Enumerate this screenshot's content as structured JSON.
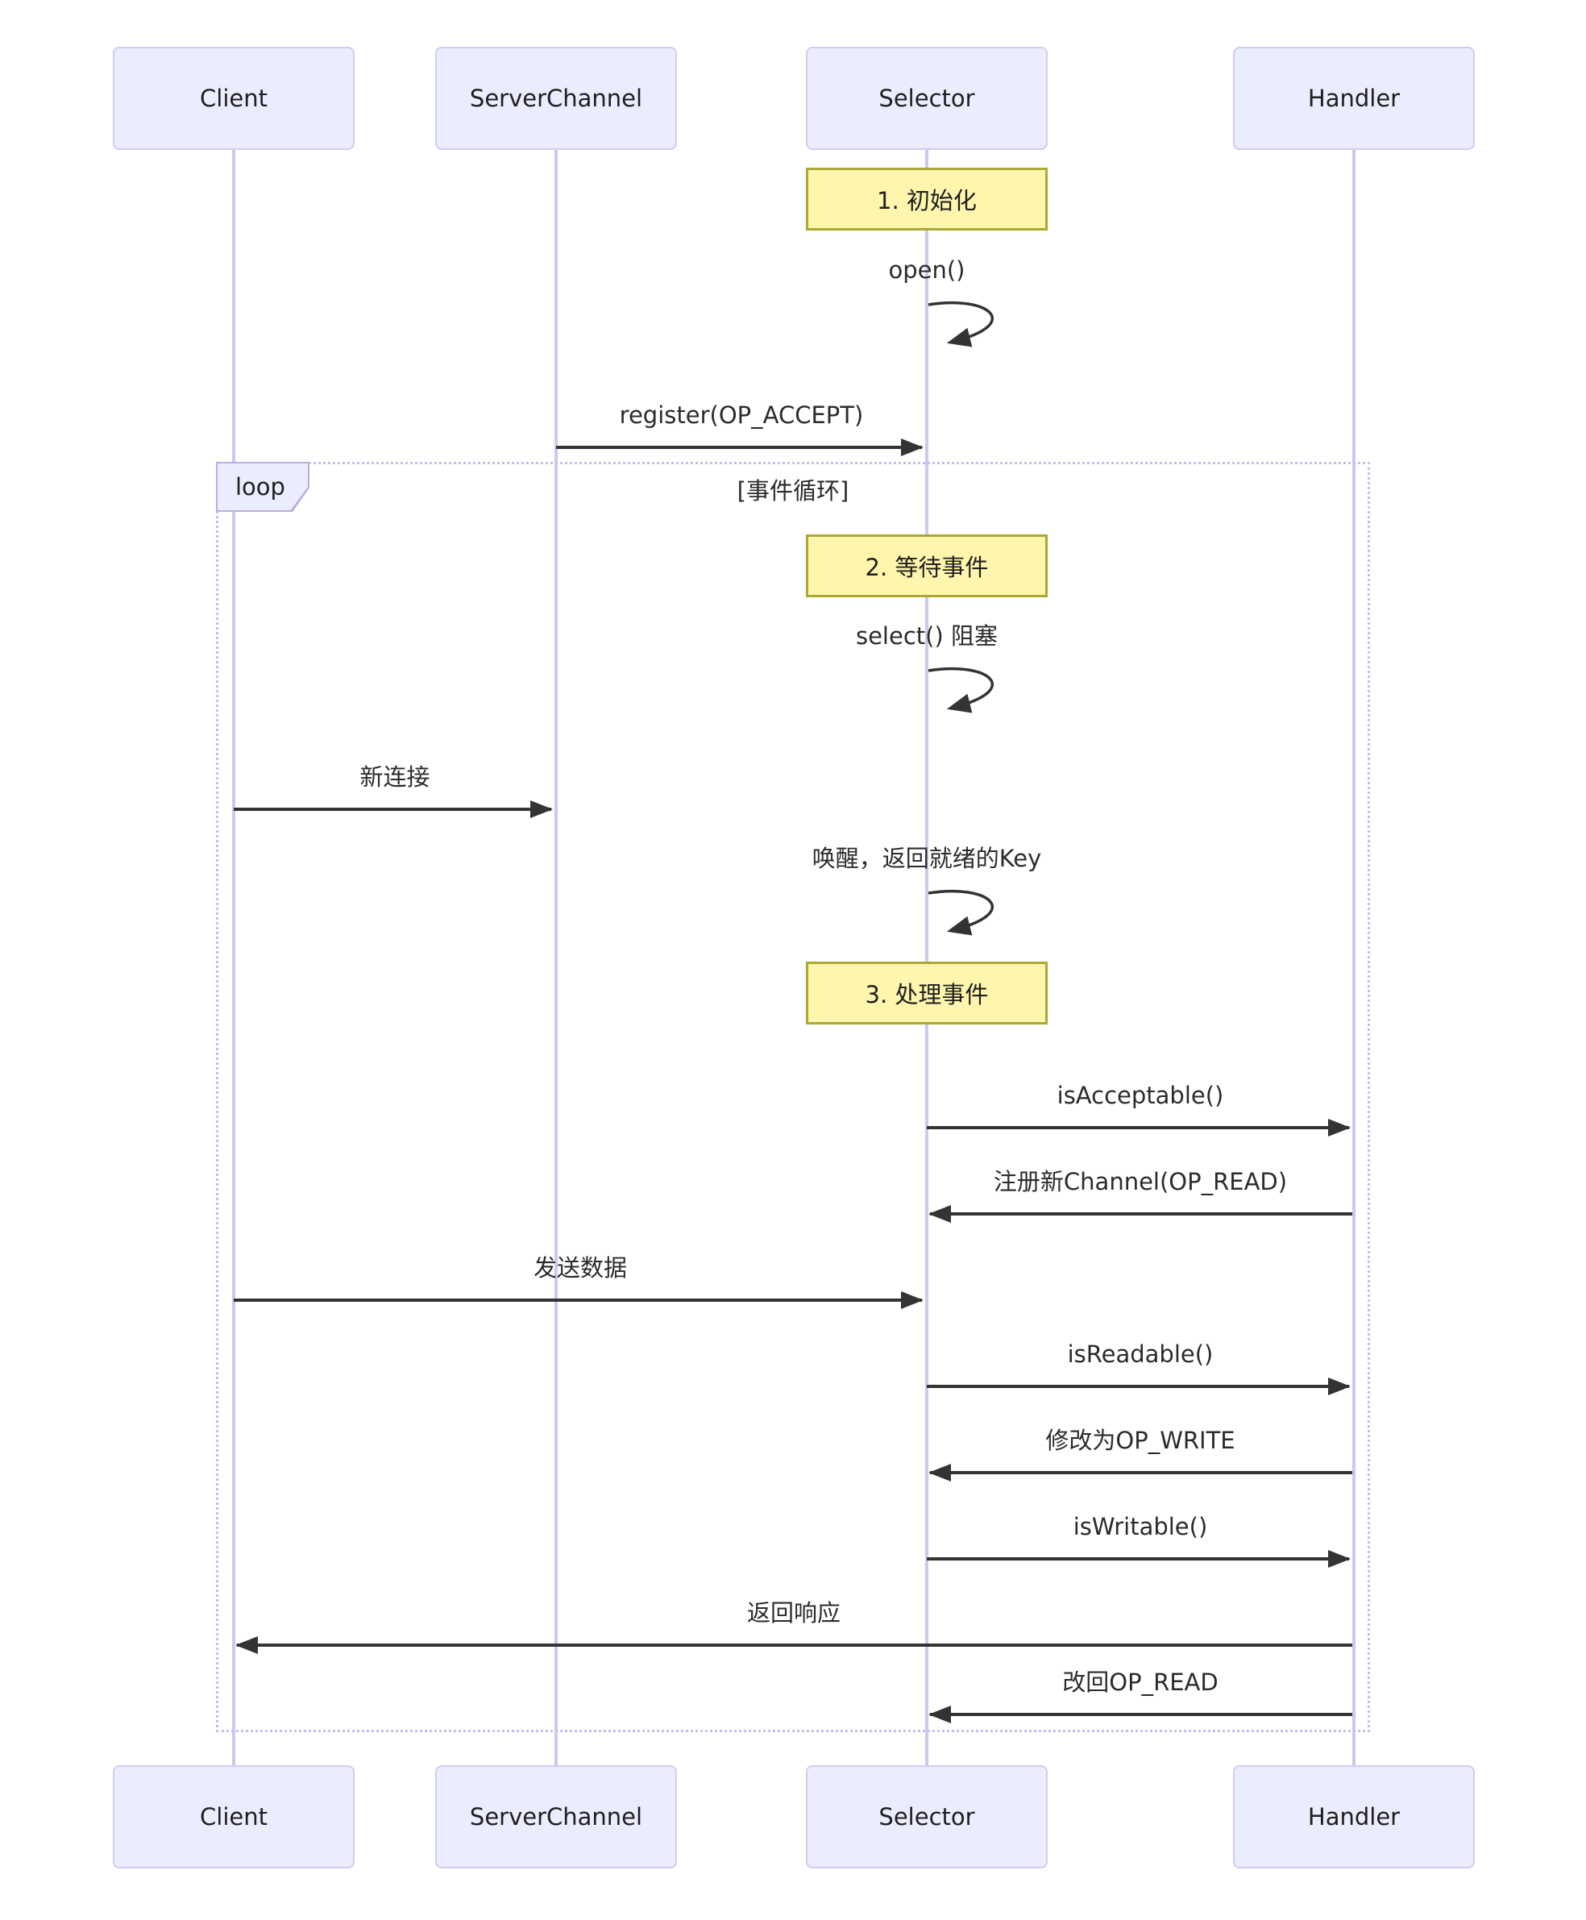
{
  "diagram": {
    "type": "sequence-diagram",
    "participants": [
      {
        "name": "Client"
      },
      {
        "name": "ServerChannel"
      },
      {
        "name": "Selector"
      },
      {
        "name": "Handler"
      }
    ],
    "notes": [
      {
        "text": "1. 初始化",
        "over": "Selector"
      },
      {
        "text": "2. 等待事件",
        "over": "Selector"
      },
      {
        "text": "3. 处理事件",
        "over": "Selector"
      }
    ],
    "loop": {
      "label": "loop",
      "condition": "[事件循环]"
    },
    "messages": [
      {
        "label": "open()",
        "from": "Selector",
        "to": "Selector",
        "type": "self"
      },
      {
        "label": "register(OP_ACCEPT)",
        "from": "ServerChannel",
        "to": "Selector",
        "type": "solid"
      },
      {
        "label": "select() 阻塞",
        "from": "Selector",
        "to": "Selector",
        "type": "self"
      },
      {
        "label": "新连接",
        "from": "Client",
        "to": "ServerChannel",
        "type": "solid"
      },
      {
        "label": "唤醒，返回就绪的Key",
        "from": "Selector",
        "to": "Selector",
        "type": "self"
      },
      {
        "label": "isAcceptable()",
        "from": "Selector",
        "to": "Handler",
        "type": "solid"
      },
      {
        "label": "注册新Channel(OP_READ)",
        "from": "Handler",
        "to": "Selector",
        "type": "solid"
      },
      {
        "label": "发送数据",
        "from": "Client",
        "to": "Selector",
        "type": "solid"
      },
      {
        "label": "isReadable()",
        "from": "Selector",
        "to": "Handler",
        "type": "solid"
      },
      {
        "label": "修改为OP_WRITE",
        "from": "Handler",
        "to": "Selector",
        "type": "solid"
      },
      {
        "label": "isWritable()",
        "from": "Selector",
        "to": "Handler",
        "type": "solid"
      },
      {
        "label": "返回响应",
        "from": "Handler",
        "to": "Client",
        "type": "solid"
      },
      {
        "label": "改回OP_READ",
        "from": "Handler",
        "to": "Selector",
        "type": "solid"
      }
    ]
  },
  "colors": {
    "actor_fill": "#ECECFF",
    "actor_border": "#d3cbf1",
    "lifeline": "#cfc7ee",
    "note_fill": "#FFF5AD",
    "note_border": "#a9a933",
    "arrow": "#333333",
    "loop_border": "#c8beee",
    "text": "#1f1f1f"
  }
}
